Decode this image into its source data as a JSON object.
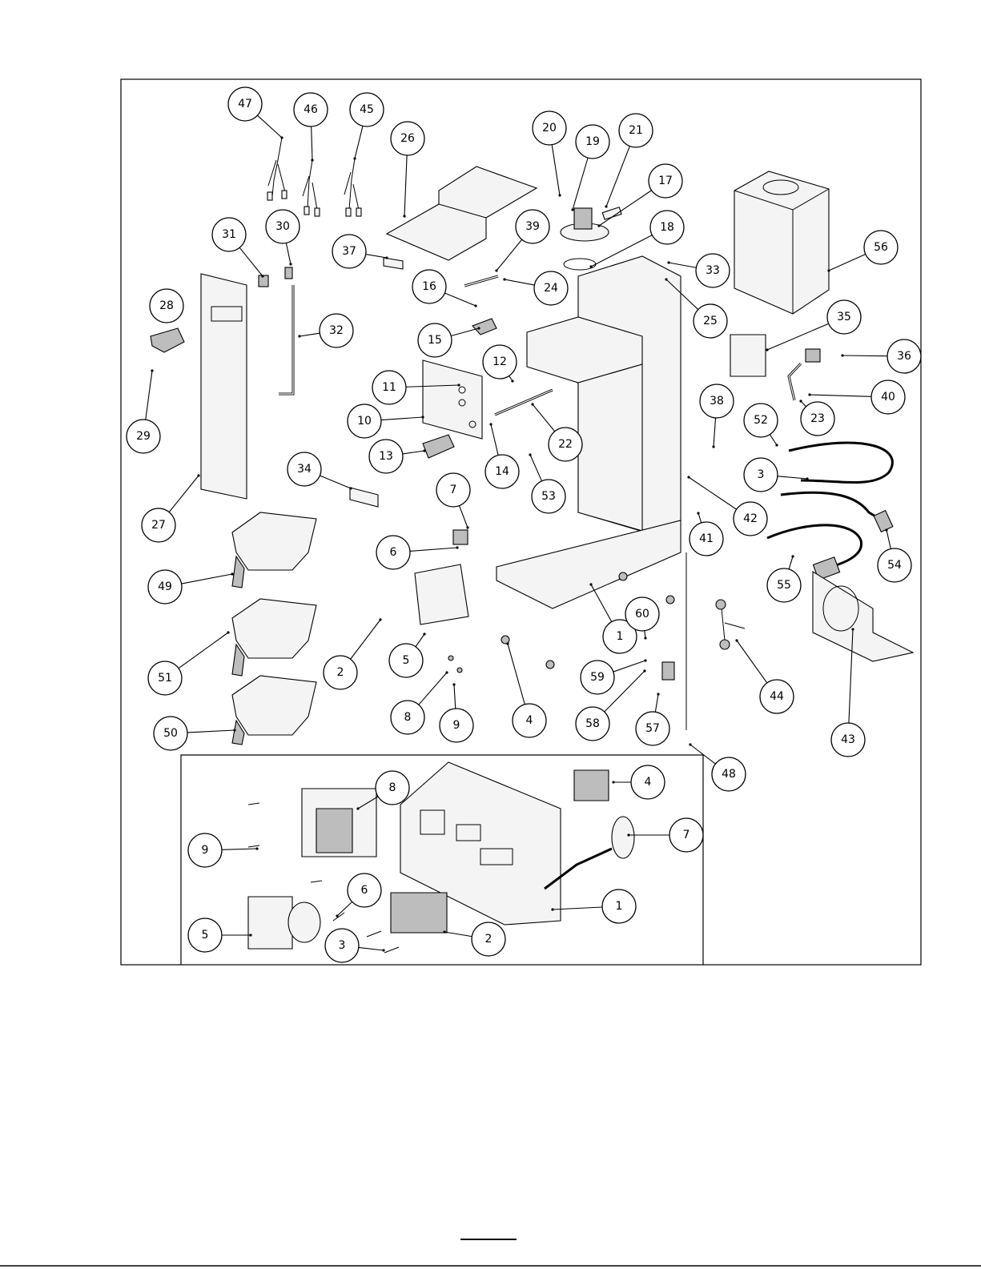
{
  "diagram": {
    "main_callouts": [
      "47",
      "46",
      "45",
      "26",
      "20",
      "19",
      "21",
      "17",
      "18",
      "56",
      "31",
      "30",
      "37",
      "39",
      "33",
      "28",
      "32",
      "16",
      "24",
      "25",
      "35",
      "36",
      "15",
      "12",
      "11",
      "40",
      "23",
      "10",
      "22",
      "38",
      "52",
      "29",
      "13",
      "14",
      "3",
      "53",
      "34",
      "7",
      "42",
      "54",
      "27",
      "41",
      "6",
      "49",
      "1",
      "60",
      "55",
      "44",
      "2",
      "5",
      "59",
      "43",
      "51",
      "4",
      "8",
      "58",
      "57",
      "50",
      "9",
      "48"
    ],
    "inset_callouts": [
      "8",
      "4",
      "7",
      "9",
      "6",
      "1",
      "5",
      "3",
      "2"
    ],
    "footer_mark": ""
  },
  "colors": {
    "line": "#000000",
    "paper": "#ffffff",
    "shade": "#bdbdbd",
    "fill": "#f4f4f4"
  }
}
